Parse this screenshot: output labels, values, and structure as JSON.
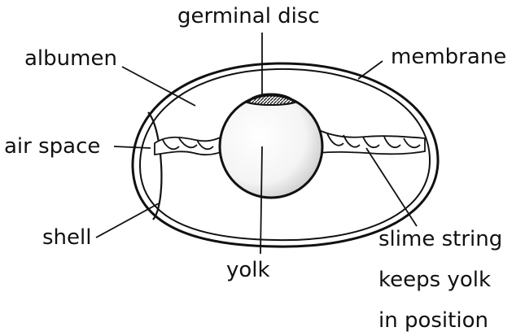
{
  "diagram": {
    "labels": {
      "germinal_disc": "germinal disc",
      "albumen": "albumen",
      "membrane": "membrane",
      "air_space": "air space",
      "shell": "shell",
      "yolk": "yolk",
      "slime_string_line1": "slime string",
      "slime_string_line2": "keeps yolk",
      "slime_string_line3": "in position"
    },
    "colors": {
      "ink": "#111111",
      "paper": "#ffffff"
    }
  }
}
